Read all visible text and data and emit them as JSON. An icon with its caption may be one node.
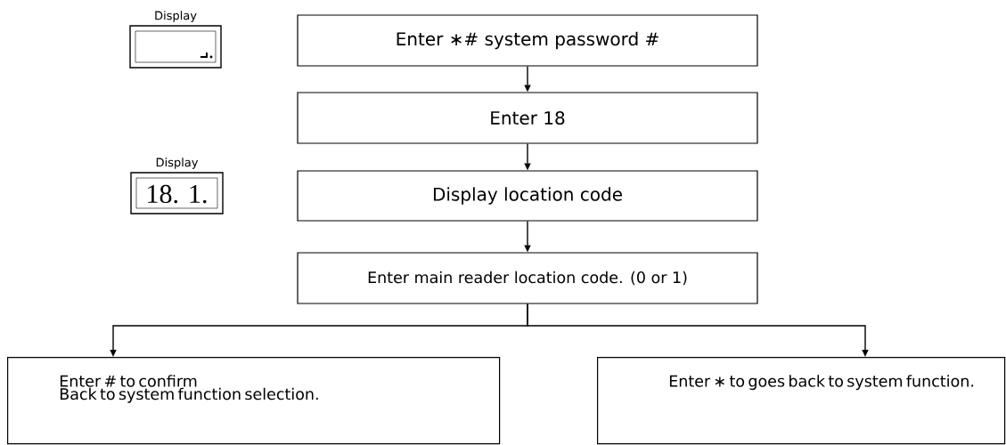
{
  "diagram": {
    "nodes": [
      {
        "text": [
          "Display"
        ]
      },
      {
        "text": [
          "Enter ∗# system password #"
        ]
      },
      {
        "text": [
          "Enter 18"
        ]
      },
      {
        "text": [
          "Display",
          "18. 1."
        ]
      },
      {
        "text": [
          "Display location code"
        ]
      },
      {
        "text": [
          "Enter main reader location code. (0 or 1)"
        ]
      },
      {
        "text": [
          "Enter # to confirm",
          "Back to system function selection."
        ]
      },
      {
        "text": [
          "Enter ∗ to goes back to system function."
        ]
      }
    ],
    "edges": [
      {
        "from": 1,
        "to": 2,
        "arrow": "to"
      },
      {
        "from": 2,
        "to": 4,
        "arrow": "to"
      },
      {
        "from": 4,
        "to": 5,
        "arrow": "to"
      },
      {
        "from": 5,
        "to": 6,
        "arrow": "to"
      },
      {
        "from": 5,
        "to": 7,
        "arrow": "to"
      }
    ]
  }
}
